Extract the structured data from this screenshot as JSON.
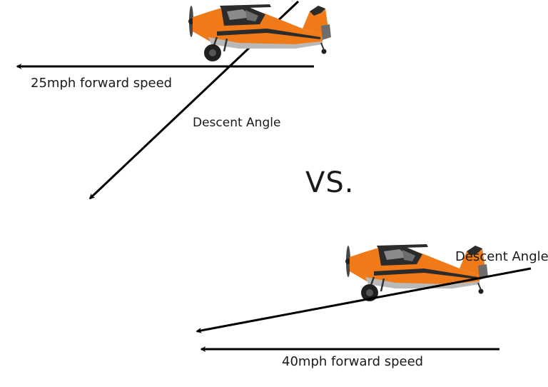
{
  "labels": {
    "top_speed": "25mph forward speed",
    "top_angle": "Descent Angle",
    "vs": "VS.",
    "bottom_angle": "Descent Angle",
    "bottom_speed": "40mph forward speed"
  },
  "colors": {
    "fuselage_orange": "#f07a18",
    "cabin_dark": "#2b2b2b",
    "belly_gray": "#b9b9b9",
    "arrow": "#000000"
  }
}
